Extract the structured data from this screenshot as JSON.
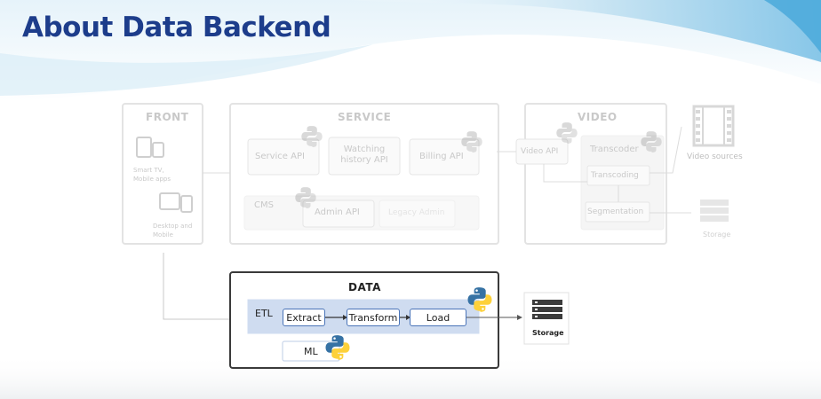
{
  "slide": {
    "title": "About Data Backend"
  },
  "frontend": {
    "header": "FRONT",
    "items": [
      {
        "label": "Smart TV,\nMobile apps",
        "icon": "mobile-devices-icon"
      },
      {
        "label": "Desktop and\nMobile",
        "icon": "desktop-devices-icon"
      }
    ]
  },
  "service": {
    "header": "SERVICE",
    "items": [
      "Service API",
      "Watching\nhistory API",
      "Billing API"
    ],
    "cms_label": "CMS",
    "cms_items": [
      "Admin API",
      "Legacy Admin"
    ]
  },
  "video": {
    "header": "VIDEO",
    "video_api": "Video API",
    "transcoder_label": "Transcoder",
    "transcoder_items": [
      "Transcoding",
      "Segmentation"
    ],
    "sources_label": "Video sources",
    "storage_label": "Storage"
  },
  "data": {
    "header": "DATA",
    "etl_label": "ETL",
    "etl_steps": [
      "Extract",
      "Transform",
      "Load"
    ],
    "ml_label": "ML",
    "storage_label": "Storage"
  },
  "colors": {
    "title": "#1d3d8b",
    "etl_band": "#cfdcf0",
    "etl_border": "#4a74b8",
    "faded": "#d6d6d6"
  },
  "icons": [
    "python-logo-icon",
    "film-strip-icon",
    "server-storage-icon"
  ]
}
